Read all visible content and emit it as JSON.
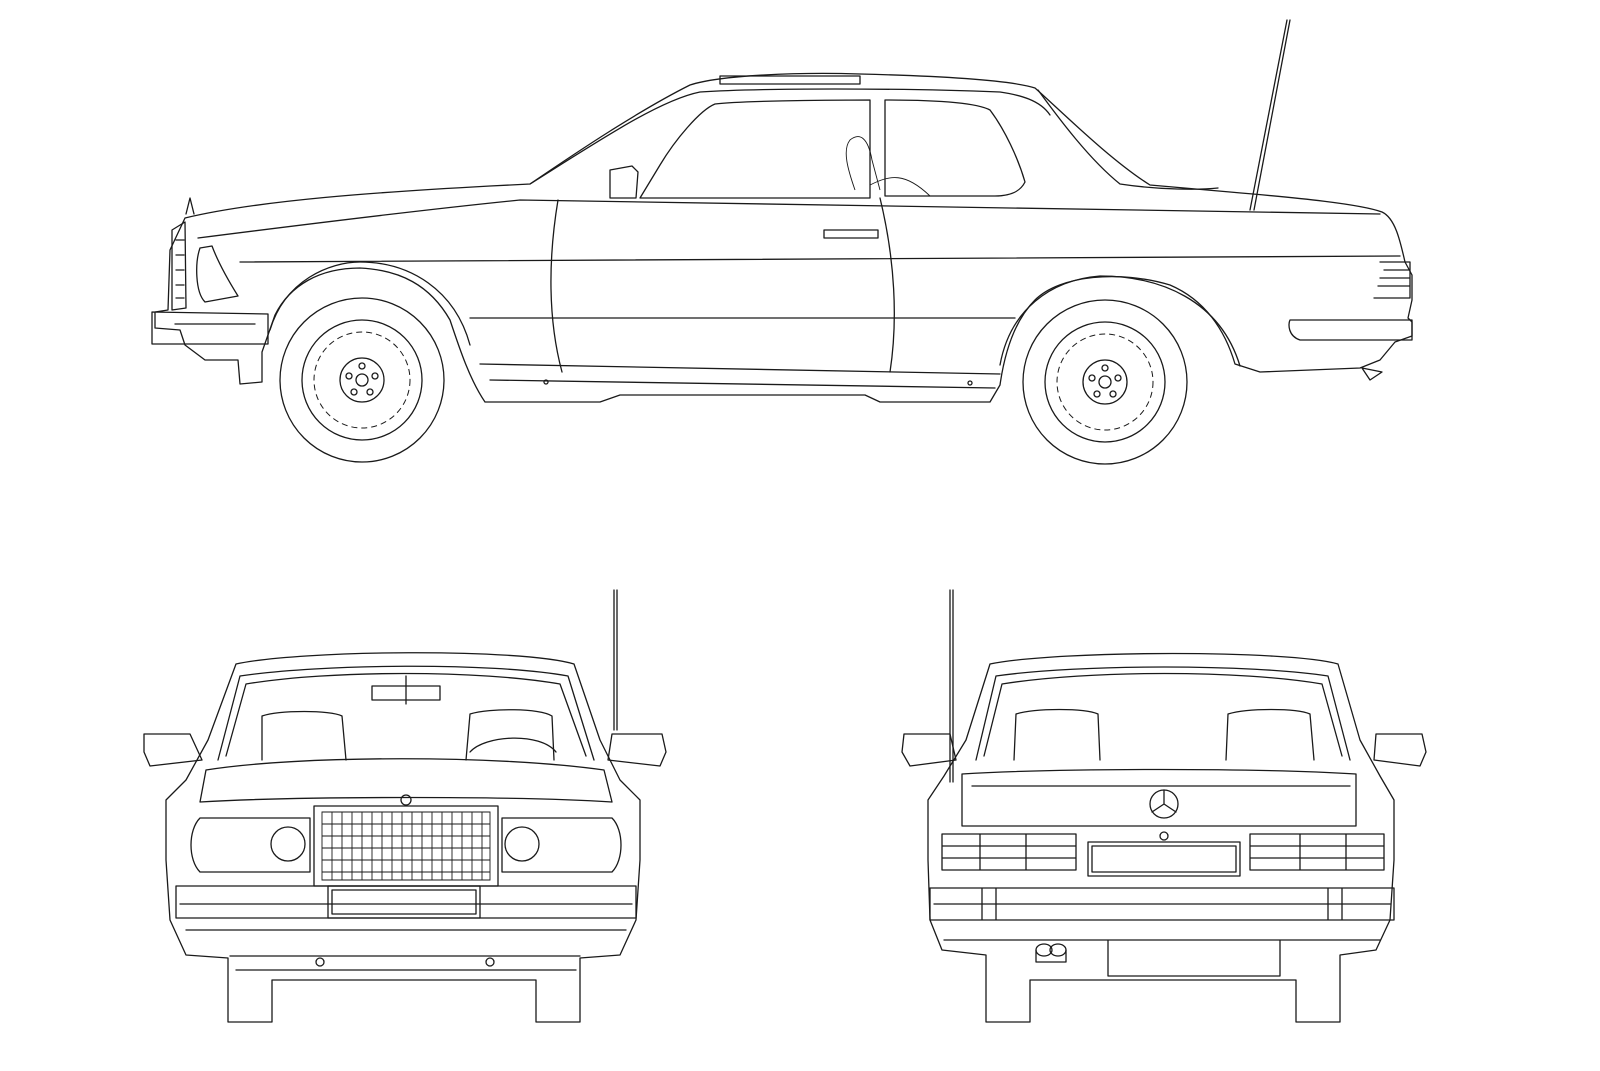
{
  "drawing": {
    "views": [
      "side-view",
      "front-view",
      "rear-view"
    ],
    "line_color": "#1a1a1a",
    "background_color": "#ffffff"
  }
}
